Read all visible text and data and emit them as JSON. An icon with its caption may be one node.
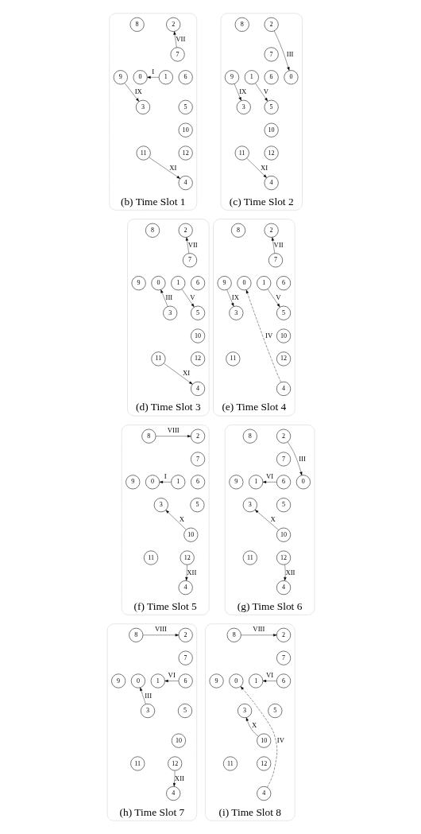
{
  "diagram": {
    "nodes": [
      {
        "text": [
          "(b) Time Slot 1"
        ]
      },
      {
        "text": [
          "2"
        ],
        "in": 0
      },
      {
        "text": [
          "8"
        ],
        "in": 0
      },
      {
        "text": [
          "7"
        ],
        "in": 0
      },
      {
        "text": [
          "6"
        ],
        "in": 0
      },
      {
        "text": [
          "1"
        ],
        "in": 0
      },
      {
        "text": [
          "5"
        ],
        "in": 0
      },
      {
        "text": [
          "0"
        ],
        "in": 0
      },
      {
        "text": [
          "9"
        ],
        "in": 0
      },
      {
        "text": [
          "3"
        ],
        "in": 0
      },
      {
        "text": [
          "10"
        ],
        "in": 0
      },
      {
        "text": [
          "12"
        ],
        "in": 0
      },
      {
        "text": [
          "11"
        ],
        "in": 0
      },
      {
        "text": [
          "4"
        ],
        "in": 0
      },
      {
        "text": [
          "(c) Time Slot 2"
        ]
      },
      {
        "text": [
          "2"
        ],
        "in": 14
      },
      {
        "text": [
          "8"
        ],
        "in": 14
      },
      {
        "text": [
          "7"
        ],
        "in": 14
      },
      {
        "text": [
          "6"
        ],
        "in": 14
      },
      {
        "text": [
          "1"
        ],
        "in": 14
      },
      {
        "text": [
          "5"
        ],
        "in": 14
      },
      {
        "text": [
          "0"
        ],
        "in": 14
      },
      {
        "text": [
          "9"
        ],
        "in": 14
      },
      {
        "text": [
          "3"
        ],
        "in": 14
      },
      {
        "text": [
          "10"
        ],
        "in": 14
      },
      {
        "text": [
          "12"
        ],
        "in": 14
      },
      {
        "text": [
          "11"
        ],
        "in": 14
      },
      {
        "text": [
          "4"
        ],
        "in": 14
      },
      {
        "text": [
          "(d) Time Slot 3"
        ]
      },
      {
        "text": [
          "2"
        ],
        "in": 28
      },
      {
        "text": [
          "8"
        ],
        "in": 28
      },
      {
        "text": [
          "7"
        ],
        "in": 28
      },
      {
        "text": [
          "6"
        ],
        "in": 28
      },
      {
        "text": [
          "1"
        ],
        "in": 28
      },
      {
        "text": [
          "5"
        ],
        "in": 28
      },
      {
        "text": [
          "0"
        ],
        "in": 28
      },
      {
        "text": [
          "9"
        ],
        "in": 28
      },
      {
        "text": [
          "3"
        ],
        "in": 28
      },
      {
        "text": [
          "10"
        ],
        "in": 28
      },
      {
        "text": [
          "12"
        ],
        "in": 28
      },
      {
        "text": [
          "11"
        ],
        "in": 28
      },
      {
        "text": [
          "4"
        ],
        "in": 28
      },
      {
        "text": [
          "(e) Time Slot 4"
        ]
      },
      {
        "text": [
          "2"
        ],
        "in": 42
      },
      {
        "text": [
          "8"
        ],
        "in": 42
      },
      {
        "text": [
          "7"
        ],
        "in": 42
      },
      {
        "text": [
          "6"
        ],
        "in": 42
      },
      {
        "text": [
          "1"
        ],
        "in": 42
      },
      {
        "text": [
          "5"
        ],
        "in": 42
      },
      {
        "text": [
          "0"
        ],
        "in": 42
      },
      {
        "text": [
          "9"
        ],
        "in": 42
      },
      {
        "text": [
          "3"
        ],
        "in": 42
      },
      {
        "text": [
          "10"
        ],
        "in": 42
      },
      {
        "text": [
          "12"
        ],
        "in": 42
      },
      {
        "text": [
          "11"
        ],
        "in": 42
      },
      {
        "text": [
          "4"
        ],
        "in": 42
      },
      {
        "text": [
          "(f) Time Slot 5"
        ]
      },
      {
        "text": [
          "2"
        ],
        "in": 56
      },
      {
        "text": [
          "8"
        ],
        "in": 56
      },
      {
        "text": [
          "7"
        ],
        "in": 56
      },
      {
        "text": [
          "6"
        ],
        "in": 56
      },
      {
        "text": [
          "1"
        ],
        "in": 56
      },
      {
        "text": [
          "5"
        ],
        "in": 56
      },
      {
        "text": [
          "0"
        ],
        "in": 56
      },
      {
        "text": [
          "9"
        ],
        "in": 56
      },
      {
        "text": [
          "3"
        ],
        "in": 56
      },
      {
        "text": [
          "10"
        ],
        "in": 56
      },
      {
        "text": [
          "12"
        ],
        "in": 56
      },
      {
        "text": [
          "11"
        ],
        "in": 56
      },
      {
        "text": [
          "4"
        ],
        "in": 56
      },
      {
        "text": [
          "(g) Time Slot 6"
        ]
      },
      {
        "text": [
          "2"
        ],
        "in": 70
      },
      {
        "text": [
          "8"
        ],
        "in": 70
      },
      {
        "text": [
          "7"
        ],
        "in": 70
      },
      {
        "text": [
          "6"
        ],
        "in": 70
      },
      {
        "text": [
          "1"
        ],
        "in": 70
      },
      {
        "text": [
          "5"
        ],
        "in": 70
      },
      {
        "text": [
          "0"
        ],
        "in": 70
      },
      {
        "text": [
          "9"
        ],
        "in": 70
      },
      {
        "text": [
          "3"
        ],
        "in": 70
      },
      {
        "text": [
          "10"
        ],
        "in": 70
      },
      {
        "text": [
          "12"
        ],
        "in": 70
      },
      {
        "text": [
          "11"
        ],
        "in": 70
      },
      {
        "text": [
          "4"
        ],
        "in": 70
      },
      {
        "text": [
          "(h) Time Slot 7"
        ]
      },
      {
        "text": [
          "2"
        ],
        "in": 84
      },
      {
        "text": [
          "8"
        ],
        "in": 84
      },
      {
        "text": [
          "7"
        ],
        "in": 84
      },
      {
        "text": [
          "6"
        ],
        "in": 84
      },
      {
        "text": [
          "1"
        ],
        "in": 84
      },
      {
        "text": [
          "5"
        ],
        "in": 84
      },
      {
        "text": [
          "0"
        ],
        "in": 84
      },
      {
        "text": [
          "9"
        ],
        "in": 84
      },
      {
        "text": [
          "3"
        ],
        "in": 84
      },
      {
        "text": [
          "10"
        ],
        "in": 84
      },
      {
        "text": [
          "12"
        ],
        "in": 84
      },
      {
        "text": [
          "11"
        ],
        "in": 84
      },
      {
        "text": [
          "4"
        ],
        "in": 84
      },
      {
        "text": [
          "(i) Time Slot 8"
        ]
      },
      {
        "text": [
          "2"
        ],
        "in": 98
      },
      {
        "text": [
          "8"
        ],
        "in": 98
      },
      {
        "text": [
          "7"
        ],
        "in": 98
      },
      {
        "text": [
          "6"
        ],
        "in": 98
      },
      {
        "text": [
          "1"
        ],
        "in": 98
      },
      {
        "text": [
          "5"
        ],
        "in": 98
      },
      {
        "text": [
          "0"
        ],
        "in": 98
      },
      {
        "text": [
          "9"
        ],
        "in": 98
      },
      {
        "text": [
          "3"
        ],
        "in": 98
      },
      {
        "text": [
          "10"
        ],
        "in": 98
      },
      {
        "text": [
          "12"
        ],
        "in": 98
      },
      {
        "text": [
          "11"
        ],
        "in": 98
      },
      {
        "text": [
          "4"
        ],
        "in": 98
      }
    ],
    "edges": [
      {
        "from": 3,
        "to": 1,
        "arrow": "to",
        "label": "VII"
      },
      {
        "from": 5,
        "to": 7,
        "arrow": "to",
        "label": "I"
      },
      {
        "from": 8,
        "to": 9,
        "arrow": "to",
        "label": "IX"
      },
      {
        "from": 12,
        "to": 13,
        "arrow": "to",
        "label": "XI"
      },
      {
        "from": 15,
        "to": 21,
        "arrow": "to",
        "label": "III"
      },
      {
        "from": 22,
        "to": 23,
        "arrow": "to",
        "label": "IX"
      },
      {
        "from": 19,
        "to": 20,
        "arrow": "to",
        "label": "V"
      },
      {
        "from": 26,
        "to": 27,
        "arrow": "to",
        "label": "XI"
      },
      {
        "from": 31,
        "to": 29,
        "arrow": "to",
        "label": "VII"
      },
      {
        "from": 33,
        "to": 34,
        "arrow": "to",
        "label": "V"
      },
      {
        "from": 37,
        "to": 35,
        "arrow": "to",
        "label": "III"
      },
      {
        "from": 40,
        "to": 41,
        "arrow": "to",
        "label": "XI"
      },
      {
        "from": 45,
        "to": 43,
        "arrow": "to",
        "label": "VII"
      },
      {
        "from": 47,
        "to": 48,
        "arrow": "to",
        "label": "V"
      },
      {
        "from": 50,
        "to": 51,
        "arrow": "to",
        "label": "IX"
      },
      {
        "from": 55,
        "to": 49,
        "arrow": "to",
        "label": "IV",
        "style": "dashed"
      },
      {
        "from": 58,
        "to": 57,
        "arrow": "to",
        "label": "VIII"
      },
      {
        "from": 61,
        "to": 63,
        "arrow": "to",
        "label": "I"
      },
      {
        "from": 66,
        "to": 65,
        "arrow": "to",
        "label": "X"
      },
      {
        "from": 67,
        "to": 69,
        "arrow": "to",
        "label": "XII"
      },
      {
        "from": 71,
        "to": 77,
        "arrow": "to",
        "label": "III"
      },
      {
        "from": 74,
        "to": 75,
        "arrow": "to",
        "label": "VI"
      },
      {
        "from": 80,
        "to": 79,
        "arrow": "to",
        "label": "X"
      },
      {
        "from": 81,
        "to": 83,
        "arrow": "to",
        "label": "XII"
      },
      {
        "from": 86,
        "to": 85,
        "arrow": "to",
        "label": "VIII"
      },
      {
        "from": 88,
        "to": 89,
        "arrow": "to",
        "label": "VI"
      },
      {
        "from": 93,
        "to": 91,
        "arrow": "to",
        "label": "III"
      },
      {
        "from": 95,
        "to": 97,
        "arrow": "to",
        "label": "XII"
      },
      {
        "from": 100,
        "to": 99,
        "arrow": "to",
        "label": "VIII"
      },
      {
        "from": 102,
        "to": 103,
        "arrow": "to",
        "label": "VI"
      },
      {
        "from": 108,
        "to": 107,
        "arrow": "to",
        "label": "X"
      },
      {
        "from": 111,
        "to": 105,
        "arrow": "to",
        "label": "IV",
        "style": "dashed"
      }
    ]
  }
}
